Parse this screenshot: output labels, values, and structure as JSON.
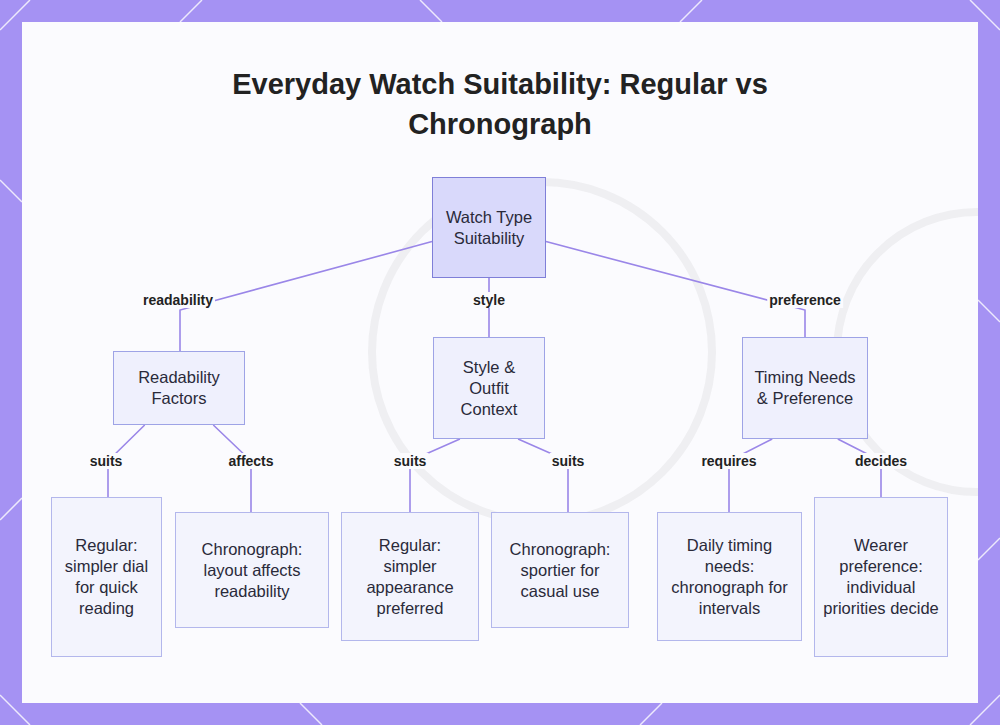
{
  "diagram": {
    "title": "Everyday Watch Suitability: Regular vs Chronograph",
    "nodes": [
      {
        "text": [
          "Watch Type Suitability"
        ]
      },
      {
        "text": [
          "Readability Factors"
        ]
      },
      {
        "text": [
          "Style & Outfit Context"
        ]
      },
      {
        "text": [
          "Timing Needs & Preference"
        ]
      },
      {
        "text": [
          "Regular: simpler dial for quick reading"
        ]
      },
      {
        "text": [
          "Chronograph: layout affects readability"
        ]
      },
      {
        "text": [
          "Regular: simpler appearance preferred"
        ]
      },
      {
        "text": [
          "Chronograph: sportier for casual use"
        ]
      },
      {
        "text": [
          "Daily timing needs: chronograph for intervals"
        ]
      },
      {
        "text": [
          "Wearer preference: individual priorities decide"
        ]
      }
    ],
    "edges": [
      {
        "from": 0,
        "to": 1,
        "label": "readability",
        "arrow": "none"
      },
      {
        "from": 0,
        "to": 2,
        "label": "style",
        "arrow": "none"
      },
      {
        "from": 0,
        "to": 3,
        "label": "preference",
        "arrow": "none"
      },
      {
        "from": 1,
        "to": 4,
        "label": "suits",
        "arrow": "none"
      },
      {
        "from": 1,
        "to": 5,
        "label": "affects",
        "arrow": "none"
      },
      {
        "from": 2,
        "to": 6,
        "label": "suits",
        "arrow": "none"
      },
      {
        "from": 2,
        "to": 7,
        "label": "suits",
        "arrow": "none"
      },
      {
        "from": 3,
        "to": 8,
        "label": "requires",
        "arrow": "none"
      },
      {
        "from": 3,
        "to": 9,
        "label": "decides",
        "arrow": "none"
      }
    ]
  }
}
